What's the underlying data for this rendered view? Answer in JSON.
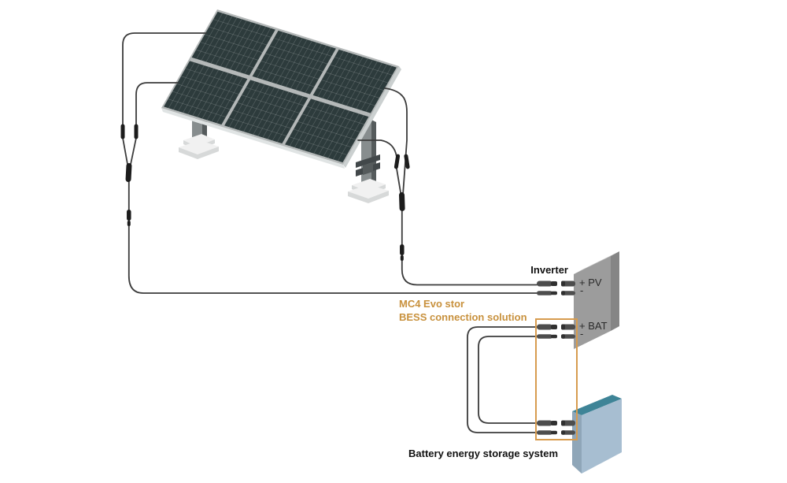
{
  "diagram": {
    "inverter": {
      "label": "Inverter",
      "port_pv_plus": "+ PV",
      "port_pv_minus": "-",
      "port_bat_plus": "+ BAT",
      "port_bat_minus": "-"
    },
    "battery": {
      "label": "Battery energy storage system"
    },
    "callout": {
      "line1": "MC4 Evo stor",
      "line2": "BESS connection solution"
    }
  },
  "colors": {
    "accent_orange": "#c8913d",
    "highlight_box_orange": "#d79c4f",
    "cable": "#3b3b3b",
    "connector_dark": "#1c1c1c",
    "connector_gray": "#4d4d4d",
    "connector_tip": "#303030",
    "panel_cell": "#2d3b3c",
    "panel_frame": "#b4b8b8",
    "panel_edge_light": "#e0e4e4",
    "panel_edge_side": "#cbd0d0",
    "cell_grid": "rgba(255,255,255,0.22)",
    "inverter_front": "#9c9c9c",
    "inverter_top": "#c2c2c2",
    "inverter_side": "#858585",
    "battery_front": "#a7bed1",
    "battery_top": "#3e8497",
    "battery_side": "#8fa6b8",
    "leg_front": "#878d8e",
    "leg_side": "#555b5c",
    "leg_dark": "#42484a",
    "base_top": "#f1f1f1",
    "base_side": "#d7d9d9"
  }
}
